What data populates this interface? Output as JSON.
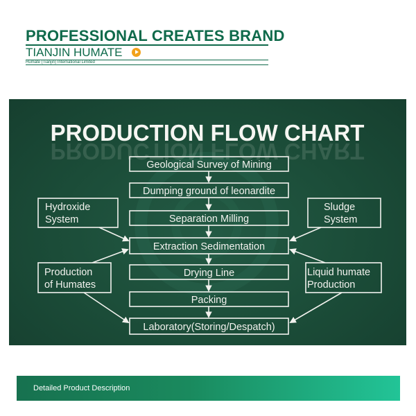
{
  "brand": {
    "title": "PROFESSIONAL CREATES BRAND",
    "subtitle": "TIANJIN HUMATE",
    "company": "Humate (Tianjin) International Limited",
    "color": "#0f6a4b",
    "play_icon": "play-circle-icon",
    "play_color": "#f2a21a"
  },
  "chart": {
    "title": "PRODUCTION FLOW CHART",
    "main_steps": [
      "Geological Survey of Mining",
      "Dumping ground of leonardite",
      "Separation Milling",
      "Extraction Sedimentation",
      "Drying Line",
      "Packing",
      "Laboratory(Storing/Despatch)"
    ],
    "side_left_top": [
      "Hydroxide",
      "System"
    ],
    "side_right_top": [
      "Sludge",
      "System"
    ],
    "side_left_bottom": [
      "Production",
      "of Humates"
    ],
    "side_right_bottom": [
      "Liquid humate",
      "Production"
    ],
    "board_color": "#1b4c38"
  },
  "footer": {
    "label": "Detailed Product Description"
  }
}
